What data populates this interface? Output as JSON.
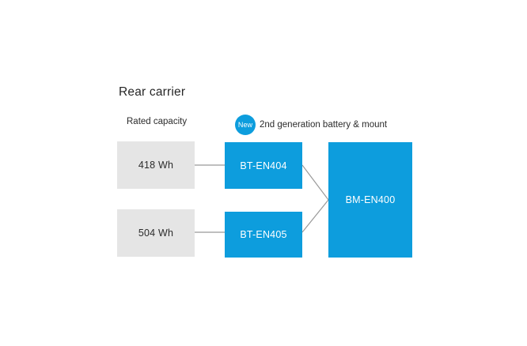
{
  "diagram": {
    "section_title": "Rear carrier",
    "column_label": "Rated capacity",
    "new_badge": {
      "badge_text": "New",
      "feature_text": "2nd generation battery & mount"
    },
    "capacity_nodes": [
      {
        "label": "418 Wh"
      },
      {
        "label": "504 Wh"
      }
    ],
    "battery_nodes": [
      {
        "label": "BT-EN404"
      },
      {
        "label": "BT-EN405"
      }
    ],
    "mount_node": {
      "label": "BM-EN400"
    },
    "colors": {
      "accent_blue": "#0d9ddd",
      "neutral_gray": "#e5e5e5",
      "text_dark": "#2b2b2b",
      "connector_gray": "#999999",
      "background": "#ffffff"
    }
  }
}
